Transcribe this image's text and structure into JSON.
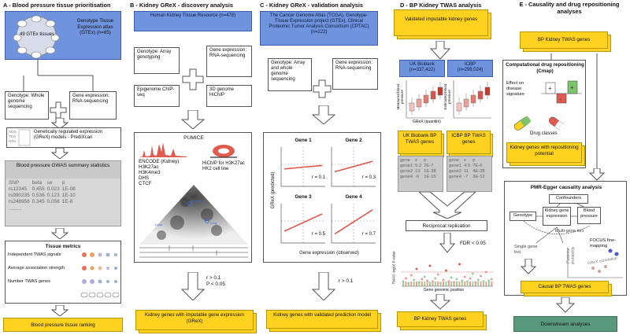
{
  "panel_a": {
    "title": "A - Blood pressure tissue prioritisation",
    "tissues_label": "49 GTEx tissues",
    "gtex_label": "Genotype Tissue Expression atlas (GTEx) (n=65)",
    "genotype_box": "Genotype: Whole genome sequencing",
    "expression_box": "Gene expression: RNA-sequencing",
    "models_box": "Genetically regulated expression (GReX) models - PrediXcan",
    "gwas_title": "Blood pressure GWAS summary statistics",
    "gwas_headers": [
      "SNP",
      "beta",
      "se",
      "p"
    ],
    "gwas_rows": [
      [
        "rs12345",
        "0.455",
        "0.023",
        "1E-08"
      ],
      [
        "rs990235",
        "0.536",
        "0.123",
        "1E-10"
      ],
      [
        "rs248956",
        "0.345",
        "0.056",
        "1E-8"
      ]
    ],
    "gwas_more": "..........",
    "metrics_title": "Tissue metrics",
    "metrics": [
      "Independent TWAS signals",
      "Average association strength",
      "Number TWAS genes"
    ],
    "result": "Blood pressure tissue ranking"
  },
  "panel_b": {
    "title": "B - Kidney GReX - discovery analysis",
    "resource": "Human Kidney Tissue Resource (n=478)",
    "genotype": "Genotype: Array genotyping",
    "expression": "Gene expression: RNA-sequencing",
    "epigenome": "Epigenome ChIP-seq",
    "hichip": "3D genome HiChIP",
    "pumice": "PUMICE",
    "encode": "ENCODE (Kidney):",
    "marks": [
      "H3K27ac",
      "H3K4me3",
      "DHS",
      "CTCF"
    ],
    "hichip_label": "HiChIP for H3K27ac HK2 cell line",
    "domain": "Domain",
    "loop1": "Loop",
    "loop2": "Loop",
    "threshold1": "r > 0.1",
    "threshold2": "P < 0.05",
    "result": "Kidney genes with imputable gene expression (GReX)"
  },
  "panel_c": {
    "title": "C - Kidney GReX - validation analysis",
    "resource": "The Cancer Genome Atlas (TCGA), Genotype-Tissue Expression project (GTEx), Clinical Proteomic Tumor Analysis Consortium (CPTAC) (n=222)",
    "genotype": "Genotype: Array and whole genome sequencing",
    "expression": "Gene expression: RNA-sequencing",
    "genes": [
      {
        "name": "Gene 1",
        "r": "r = 0.1"
      },
      {
        "name": "Gene 2",
        "r": "r = 0.3"
      },
      {
        "name": "Gene 3",
        "r": "r = 0.5"
      },
      {
        "name": "Gene 4",
        "r": "r = 0.7"
      }
    ],
    "ylabel": "GReX (predicted)",
    "xlabel": "Gene expression (observed)",
    "threshold": "r > 0.1",
    "result": "Kidney genes with validated prediction model"
  },
  "panel_d": {
    "title": "D - BP Kidney TWAS analysis",
    "validated": "Validated imputable kidney genes",
    "ukb": "UK Biobank (n=337,422)",
    "icbp": "ICBP (n=299,024)",
    "ylabel_left": "Measured blood pressure",
    "ylabel_right": "Estimated blood pressure",
    "xlabel": "GReX (quantile)",
    "ukb_genes": "UK Biobank BP TWAS genes",
    "icbp_genes": "ICBP BP TWAS genes",
    "tbl_headers": [
      "gene",
      "z",
      "p"
    ],
    "ukb_rows": [
      [
        "gene1",
        "5.2",
        "2E-7"
      ],
      [
        "gene2",
        "13",
        "1E-38"
      ],
      [
        "gene4",
        "-6",
        "1E-15"
      ]
    ],
    "icbp_rows": [
      [
        "gene1",
        "4.5",
        "7E-6"
      ],
      [
        "gene2",
        "11",
        "4E-28"
      ],
      [
        "gene4",
        "-7",
        "3E-12"
      ]
    ],
    "replication": "Reciprocal replication",
    "fdr": "FDR < 0.05",
    "manhattan_ylabel": "TWAS -log10 P-value",
    "manhattan_xlabel": "Gene genomic position",
    "result": "BP Kidney TWAS genes"
  },
  "panel_e": {
    "title": "E - Causality and drug repositioning analyses",
    "top": "BP Kidney TWAS genes",
    "cmap_title": "Computational drug repositioning (Cmap)",
    "effect": "Effect on disease signature",
    "plus": "+",
    "minus": "-",
    "drug_classes": "Drug classes",
    "repo_genes": "Kidney genes with repositioning potential",
    "pmr_title": "PMR-Egger causality analysis",
    "confounders": "Confounders",
    "genotype": "Genotype",
    "kidney_expr": "Kidney gene expression",
    "bp": "Blood pressure",
    "multi": "Multi-gene loci",
    "single": "Single gene loci",
    "focus": "FOCUS fine-mapping",
    "posterior": "Posterior probability",
    "grex_corr": "GReX correlation",
    "causal": "Causal BP TWAS genes",
    "downstream": "Downstream analyses"
  },
  "colors": {
    "blue": "#6f93dd",
    "yellow": "#ffd21f",
    "grey": "#c9c9c9",
    "green": "#5a9a7c",
    "red": "#e05a4e"
  }
}
